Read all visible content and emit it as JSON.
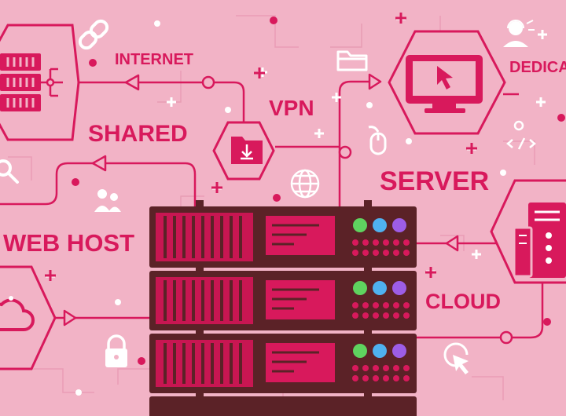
{
  "labels": {
    "internet": "INTERNET",
    "vpn": "VPN",
    "shared": "SHARED",
    "dedicated": "DEDICA",
    "server": "SERVER",
    "web_host": "WEB HOST",
    "cloud": "CLOUD"
  },
  "colors": {
    "background": "#f2b3c6",
    "primary": "#d8195c",
    "rack_dark": "#5b2227",
    "rack_face": "#c81652",
    "white": "#ffffff",
    "led_green": "#5fd35f",
    "led_blue": "#4fb1f0",
    "led_purple": "#9d5de6"
  },
  "icons": [
    "link-icon",
    "folder-icon",
    "support-agent-icon",
    "monitor-cursor-icon",
    "download-folder-icon",
    "globe-icon",
    "search-icon",
    "users-icon",
    "mouse-icon",
    "gear-code-icon",
    "cloud-icon",
    "server-tower-icon",
    "padlock-icon",
    "click-pointer-icon",
    "server-rack-icon"
  ]
}
